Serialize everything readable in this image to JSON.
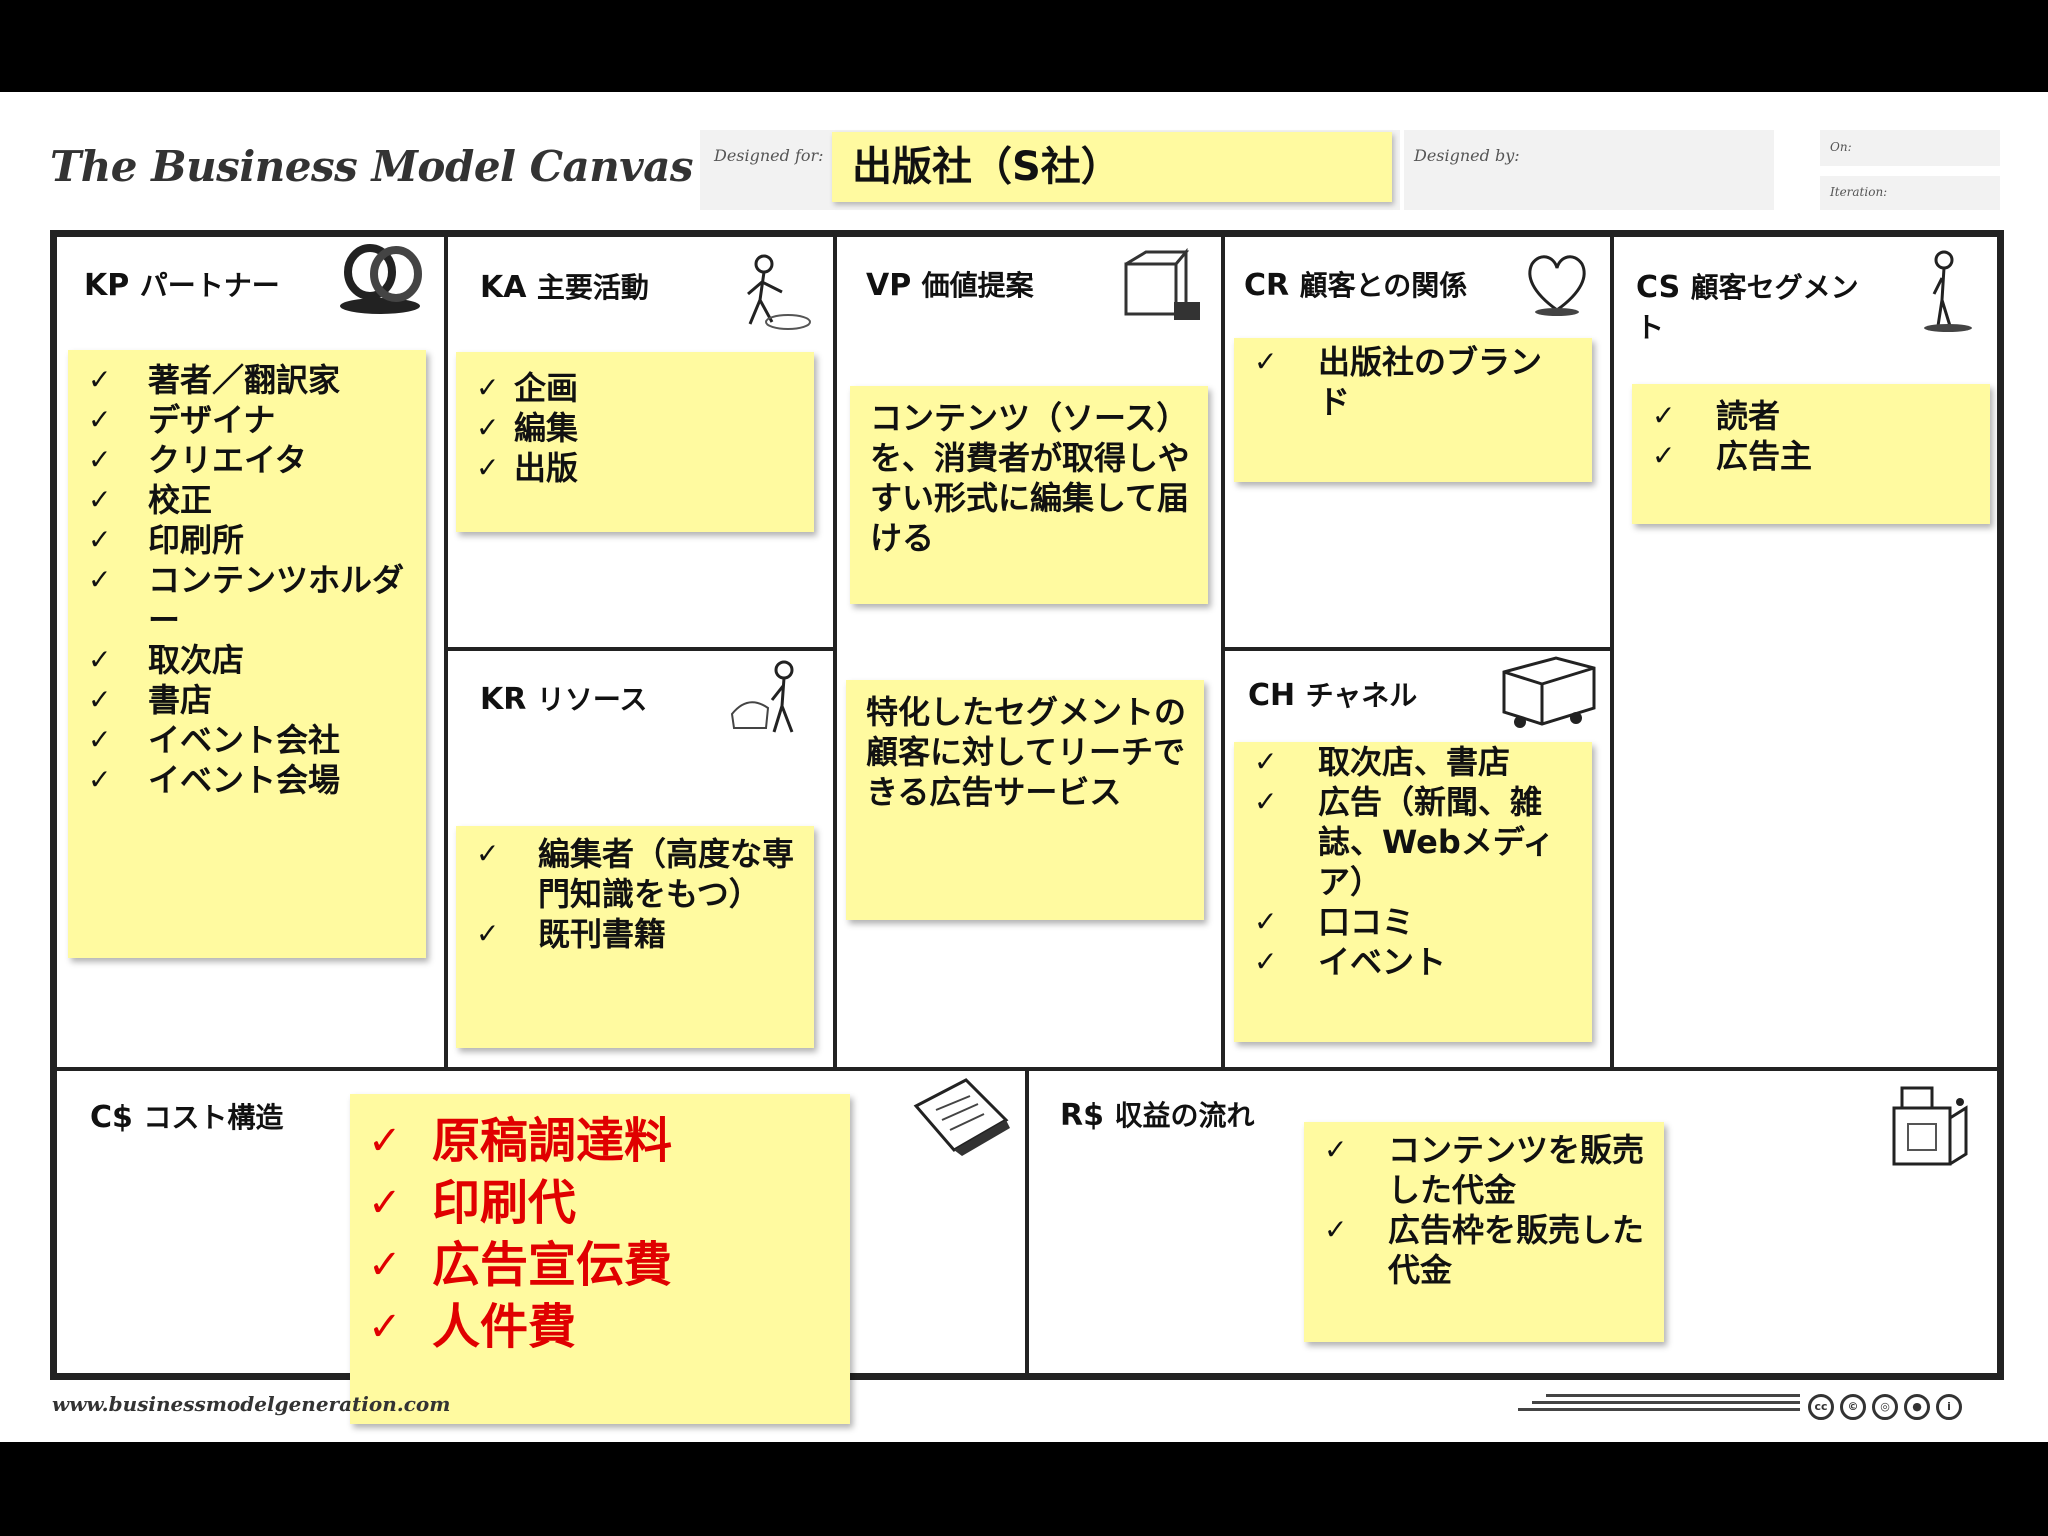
{
  "header": {
    "title": "The Business Model Canvas",
    "designed_for_label": "Designed for:",
    "designed_for_value": "出版社（S社）",
    "designed_by_label": "Designed by:",
    "on_label": "On:",
    "version_label": "Iteration:"
  },
  "blocks": {
    "kp": {
      "code": "KP",
      "name": "パートナー",
      "items": [
        "著者／翻訳家",
        "デザイナ",
        "クリエイタ",
        "校正",
        "印刷所",
        "コンテンツホルダー",
        "取次店",
        "書店",
        "イベント会社",
        "イベント会場"
      ]
    },
    "ka": {
      "code": "KA",
      "name": "主要活動",
      "items": [
        "企画",
        "編集",
        "出版"
      ]
    },
    "kr": {
      "code": "KR",
      "name": "リソース",
      "items": [
        "編集者（高度な専門知識をもつ）",
        "既刊書籍"
      ]
    },
    "vp": {
      "code": "VP",
      "name": "価値提案",
      "note1": "コンテンツ（ソース）を、消費者が取得しやすい形式に編集して届ける",
      "note2": "特化したセグメントの顧客に対してリーチできる広告サービス"
    },
    "cr": {
      "code": "CR",
      "name": "顧客との関係",
      "items": [
        "出版社のブランド"
      ]
    },
    "ch": {
      "code": "CH",
      "name": "チャネル",
      "items": [
        "取次店、書店",
        "広告（新聞、雑誌、Webメディア）",
        "口コミ",
        "イベント"
      ]
    },
    "cs": {
      "code": "CS",
      "name": "顧客セグメント",
      "items": [
        "読者",
        "広告主"
      ]
    },
    "cost": {
      "code": "C$",
      "name": "コスト構造",
      "items": [
        "原稿調達料",
        "印刷代",
        "広告宣伝費",
        "人件費"
      ]
    },
    "rev": {
      "code": "R$",
      "name": "収益の流れ",
      "items": [
        "コンテンツを販売した代金",
        "広告枠を販売した代金"
      ]
    }
  },
  "check_glyph": "✓",
  "accent_color": "#e00000",
  "note_color": "#fffaa0",
  "footer": {
    "url": "www.businessmodelgeneration.com"
  }
}
